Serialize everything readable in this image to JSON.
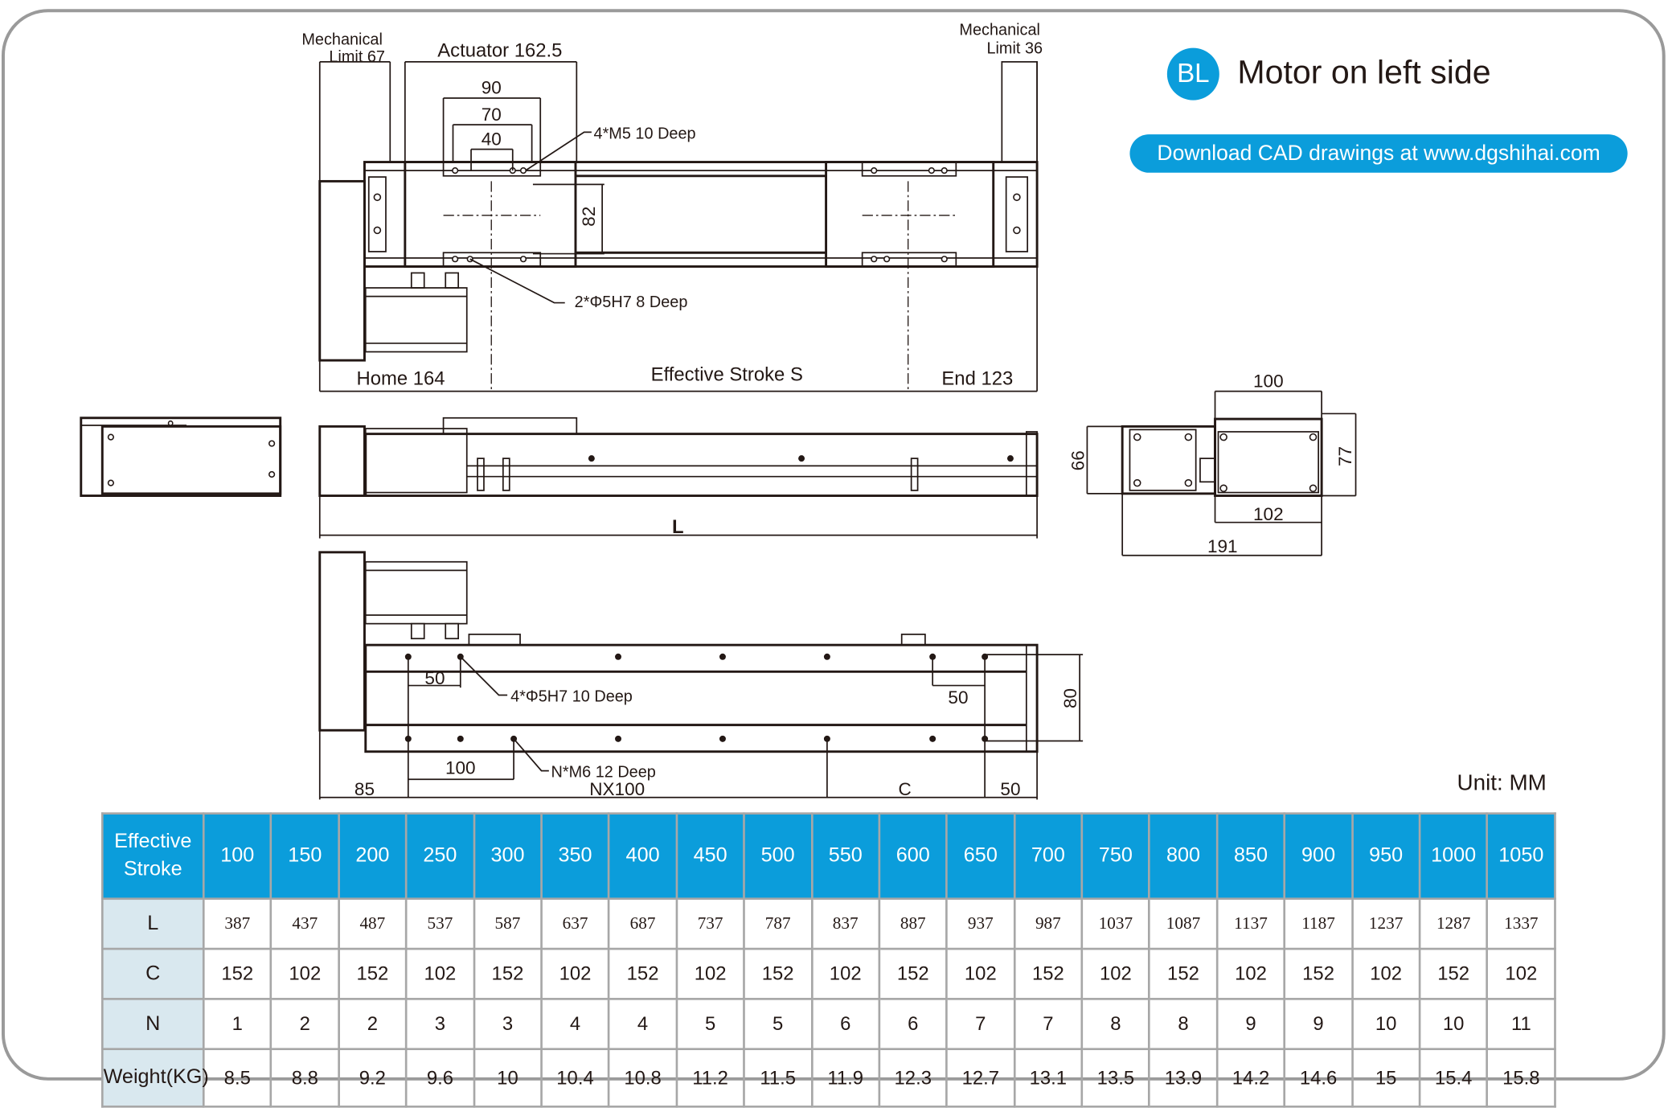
{
  "header": {
    "badge": "BL",
    "title": "Motor on left side",
    "download_button": "Download CAD drawings at www.dgshihai.com",
    "unit": "Unit: MM"
  },
  "colors": {
    "accent": "#0b9ddb",
    "row_header_bg": "#d9e8ef",
    "line": "#231815"
  },
  "drawing": {
    "top_view": {
      "mech_limit_left": [
        "Mechanical",
        "Limit 67"
      ],
      "mech_limit_right": [
        "Mechanical",
        "Limit 36"
      ],
      "actuator": "Actuator 162.5",
      "dim_90": "90",
      "dim_70": "70",
      "dim_40": "40",
      "dim_82": "82",
      "callout_m5": "4*M5 10 Deep",
      "callout_pin": "2*Φ5H7 8 Deep",
      "home": "Home 164",
      "stroke": "Effective Stroke S",
      "end": "End 123"
    },
    "side_view": {
      "length": "L"
    },
    "end_view": {
      "dim_100": "100",
      "dim_102": "102",
      "dim_191": "191",
      "dim_66": "66",
      "dim_77": "77"
    },
    "bottom_view": {
      "dim_50_left": "50",
      "dim_50_right": "50",
      "dim_80": "80",
      "dim_100": "100",
      "dim_85": "85",
      "nx100": "NX100",
      "c": "C",
      "dim_50_end": "50",
      "callout_pin": "4*Φ5H7  10 Deep",
      "callout_m6": "N*M6  12 Deep"
    }
  },
  "table": {
    "header_label": [
      "Effective",
      "Stroke"
    ],
    "strokes": [
      "100",
      "150",
      "200",
      "250",
      "300",
      "350",
      "400",
      "450",
      "500",
      "550",
      "600",
      "650",
      "700",
      "750",
      "800",
      "850",
      "900",
      "950",
      "1000",
      "1050"
    ],
    "rows": [
      {
        "label": "L",
        "values": [
          "387",
          "437",
          "487",
          "537",
          "587",
          "637",
          "687",
          "737",
          "787",
          "837",
          "887",
          "937",
          "987",
          "1037",
          "1087",
          "1137",
          "1187",
          "1237",
          "1287",
          "1337"
        ]
      },
      {
        "label": "C",
        "values": [
          "152",
          "102",
          "152",
          "102",
          "152",
          "102",
          "152",
          "102",
          "152",
          "102",
          "152",
          "102",
          "152",
          "102",
          "152",
          "102",
          "152",
          "102",
          "152",
          "102"
        ]
      },
      {
        "label": "N",
        "values": [
          "1",
          "2",
          "2",
          "3",
          "3",
          "4",
          "4",
          "5",
          "5",
          "6",
          "6",
          "7",
          "7",
          "8",
          "8",
          "9",
          "9",
          "10",
          "10",
          "11"
        ]
      },
      {
        "label": "Weight(KG)",
        "values": [
          "8.5",
          "8.8",
          "9.2",
          "9.6",
          "10",
          "10.4",
          "10.8",
          "11.2",
          "11.5",
          "11.9",
          "12.3",
          "12.7",
          "13.1",
          "13.5",
          "13.9",
          "14.2",
          "14.6",
          "15",
          "15.4",
          "15.8"
        ]
      }
    ]
  }
}
